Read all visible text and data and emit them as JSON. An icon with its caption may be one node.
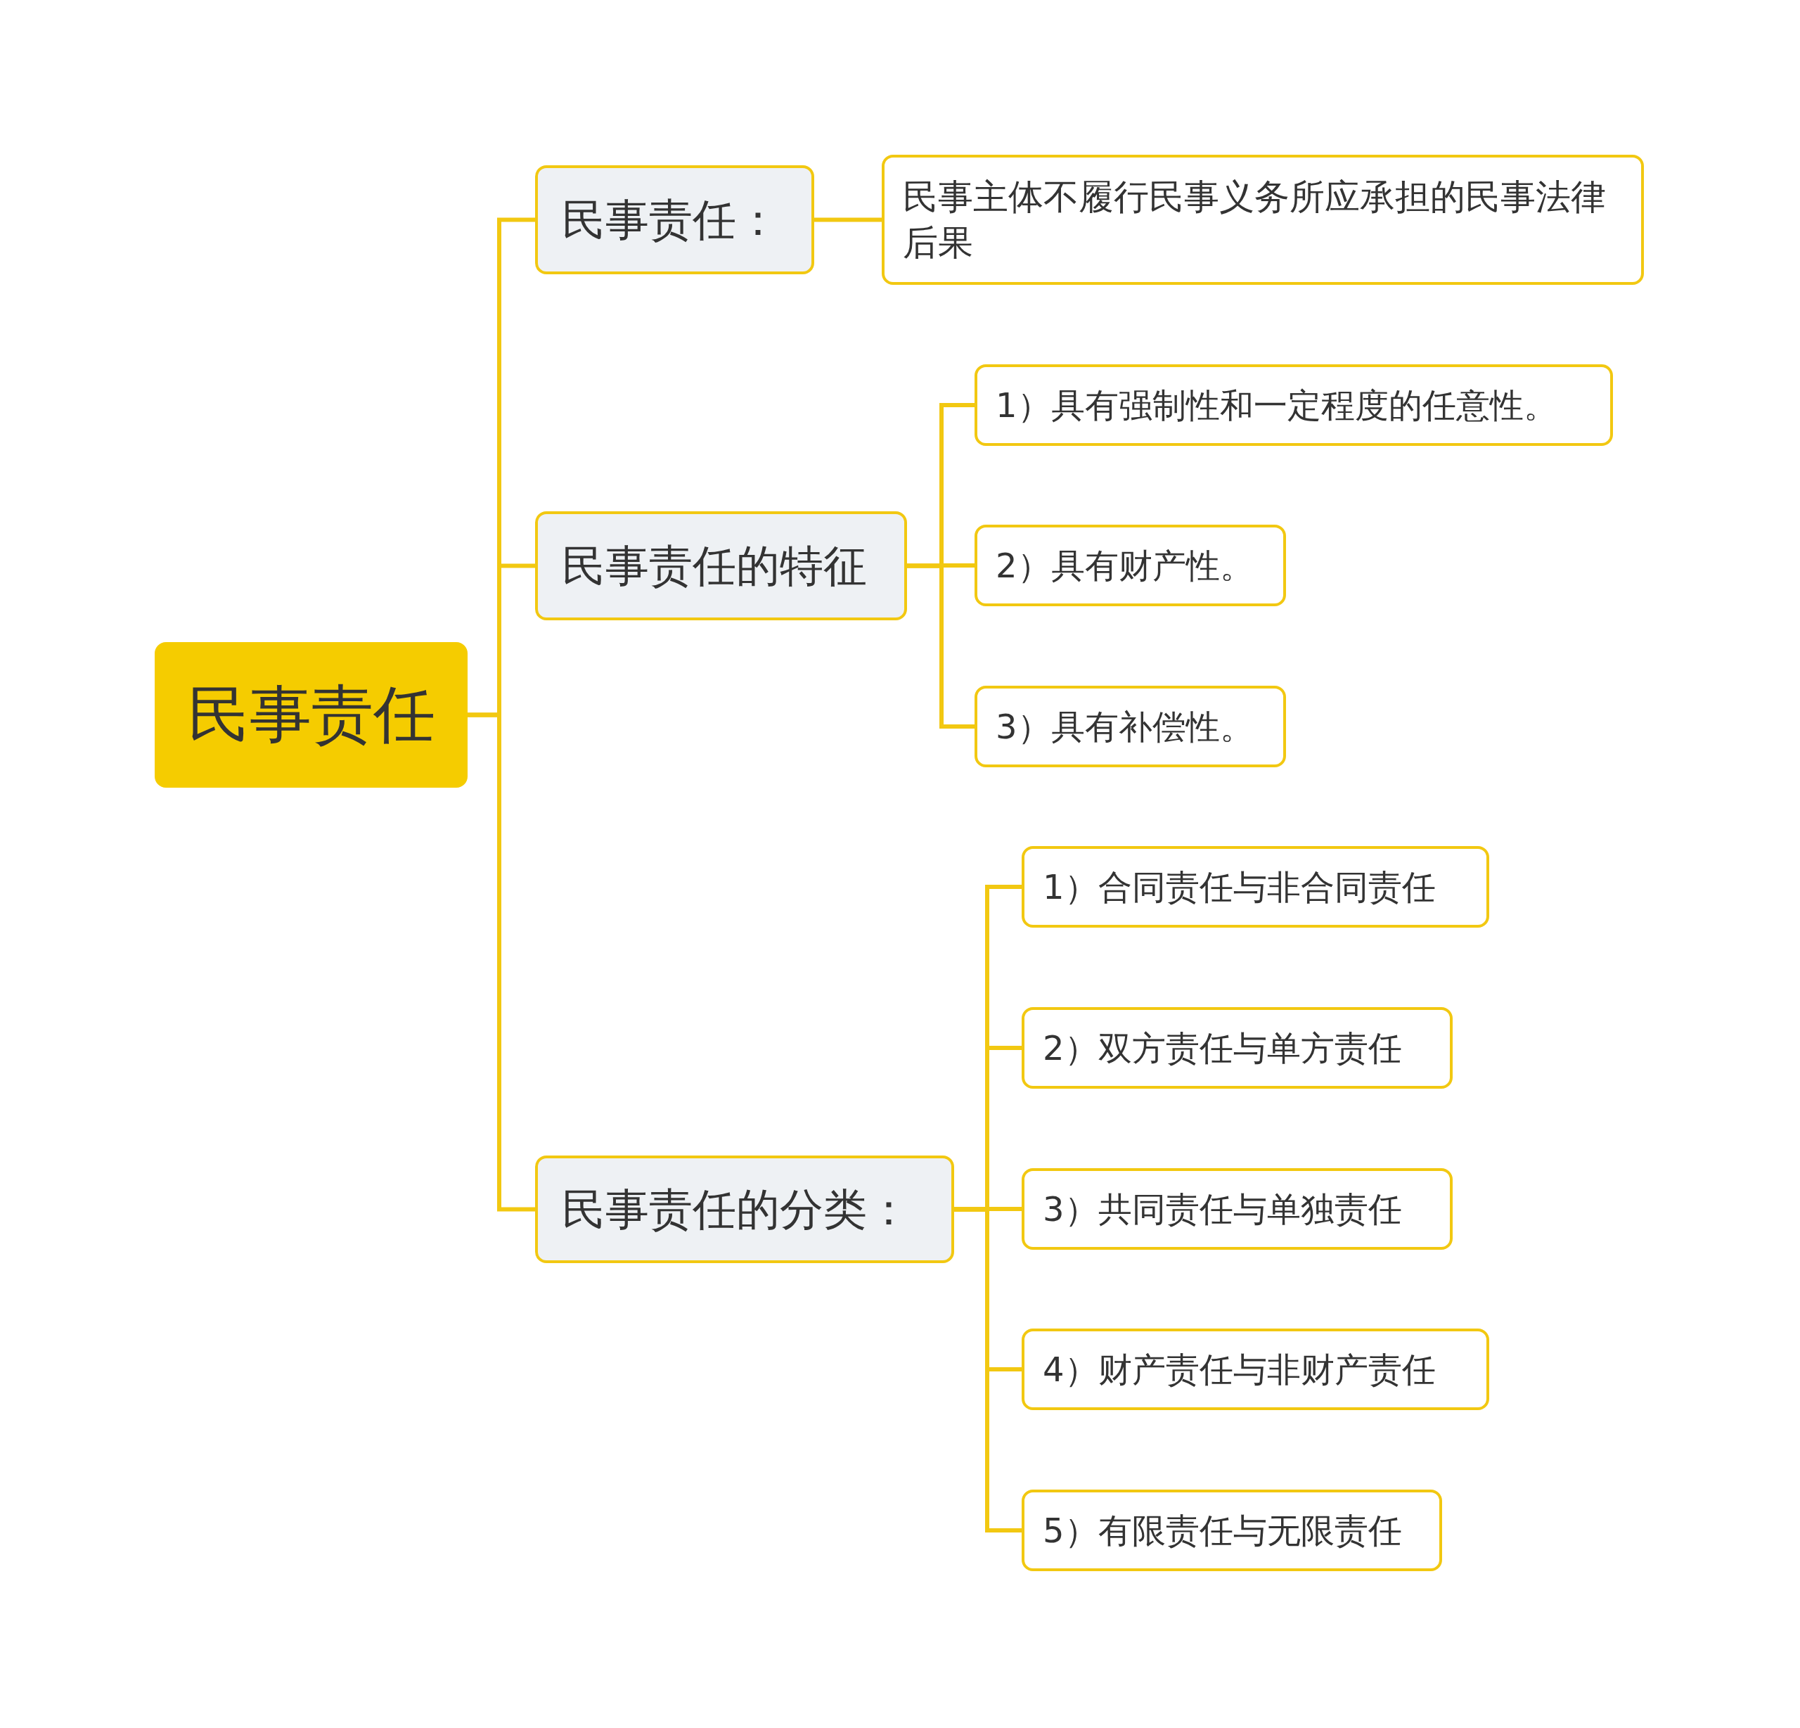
{
  "diagram": {
    "nodes": [
      {
        "text": [
          "民事责任"
        ]
      },
      {
        "text": [
          "民事责任："
        ]
      },
      {
        "text": [
          "民事主体不履行民事义务所应承担的民事法律后果"
        ]
      },
      {
        "text": [
          "民事责任的特征"
        ]
      },
      {
        "text": [
          "1）具有强制性和一定程度的任意性。"
        ]
      },
      {
        "text": [
          "2）具有财产性。"
        ]
      },
      {
        "text": [
          "3）具有补偿性。"
        ]
      },
      {
        "text": [
          "民事责任的分类："
        ]
      },
      {
        "text": [
          "1）合同责任与非合同责任"
        ]
      },
      {
        "text": [
          "2）双方责任与单方责任"
        ]
      },
      {
        "text": [
          "3）共同责任与单独责任"
        ]
      },
      {
        "text": [
          "4）财产责任与非财产责任"
        ]
      },
      {
        "text": [
          "5）有限责任与无限责任"
        ]
      }
    ],
    "edges": [
      {
        "from": 0,
        "to": 1,
        "arrow": "none"
      },
      {
        "from": 0,
        "to": 3,
        "arrow": "none"
      },
      {
        "from": 0,
        "to": 7,
        "arrow": "none"
      },
      {
        "from": 1,
        "to": 2,
        "arrow": "none"
      },
      {
        "from": 3,
        "to": 4,
        "arrow": "none"
      },
      {
        "from": 3,
        "to": 5,
        "arrow": "none"
      },
      {
        "from": 3,
        "to": 6,
        "arrow": "none"
      },
      {
        "from": 7,
        "to": 8,
        "arrow": "none"
      },
      {
        "from": 7,
        "to": 9,
        "arrow": "none"
      },
      {
        "from": 7,
        "to": 10,
        "arrow": "none"
      },
      {
        "from": 7,
        "to": 11,
        "arrow": "none"
      },
      {
        "from": 7,
        "to": 12,
        "arrow": "none"
      }
    ]
  }
}
